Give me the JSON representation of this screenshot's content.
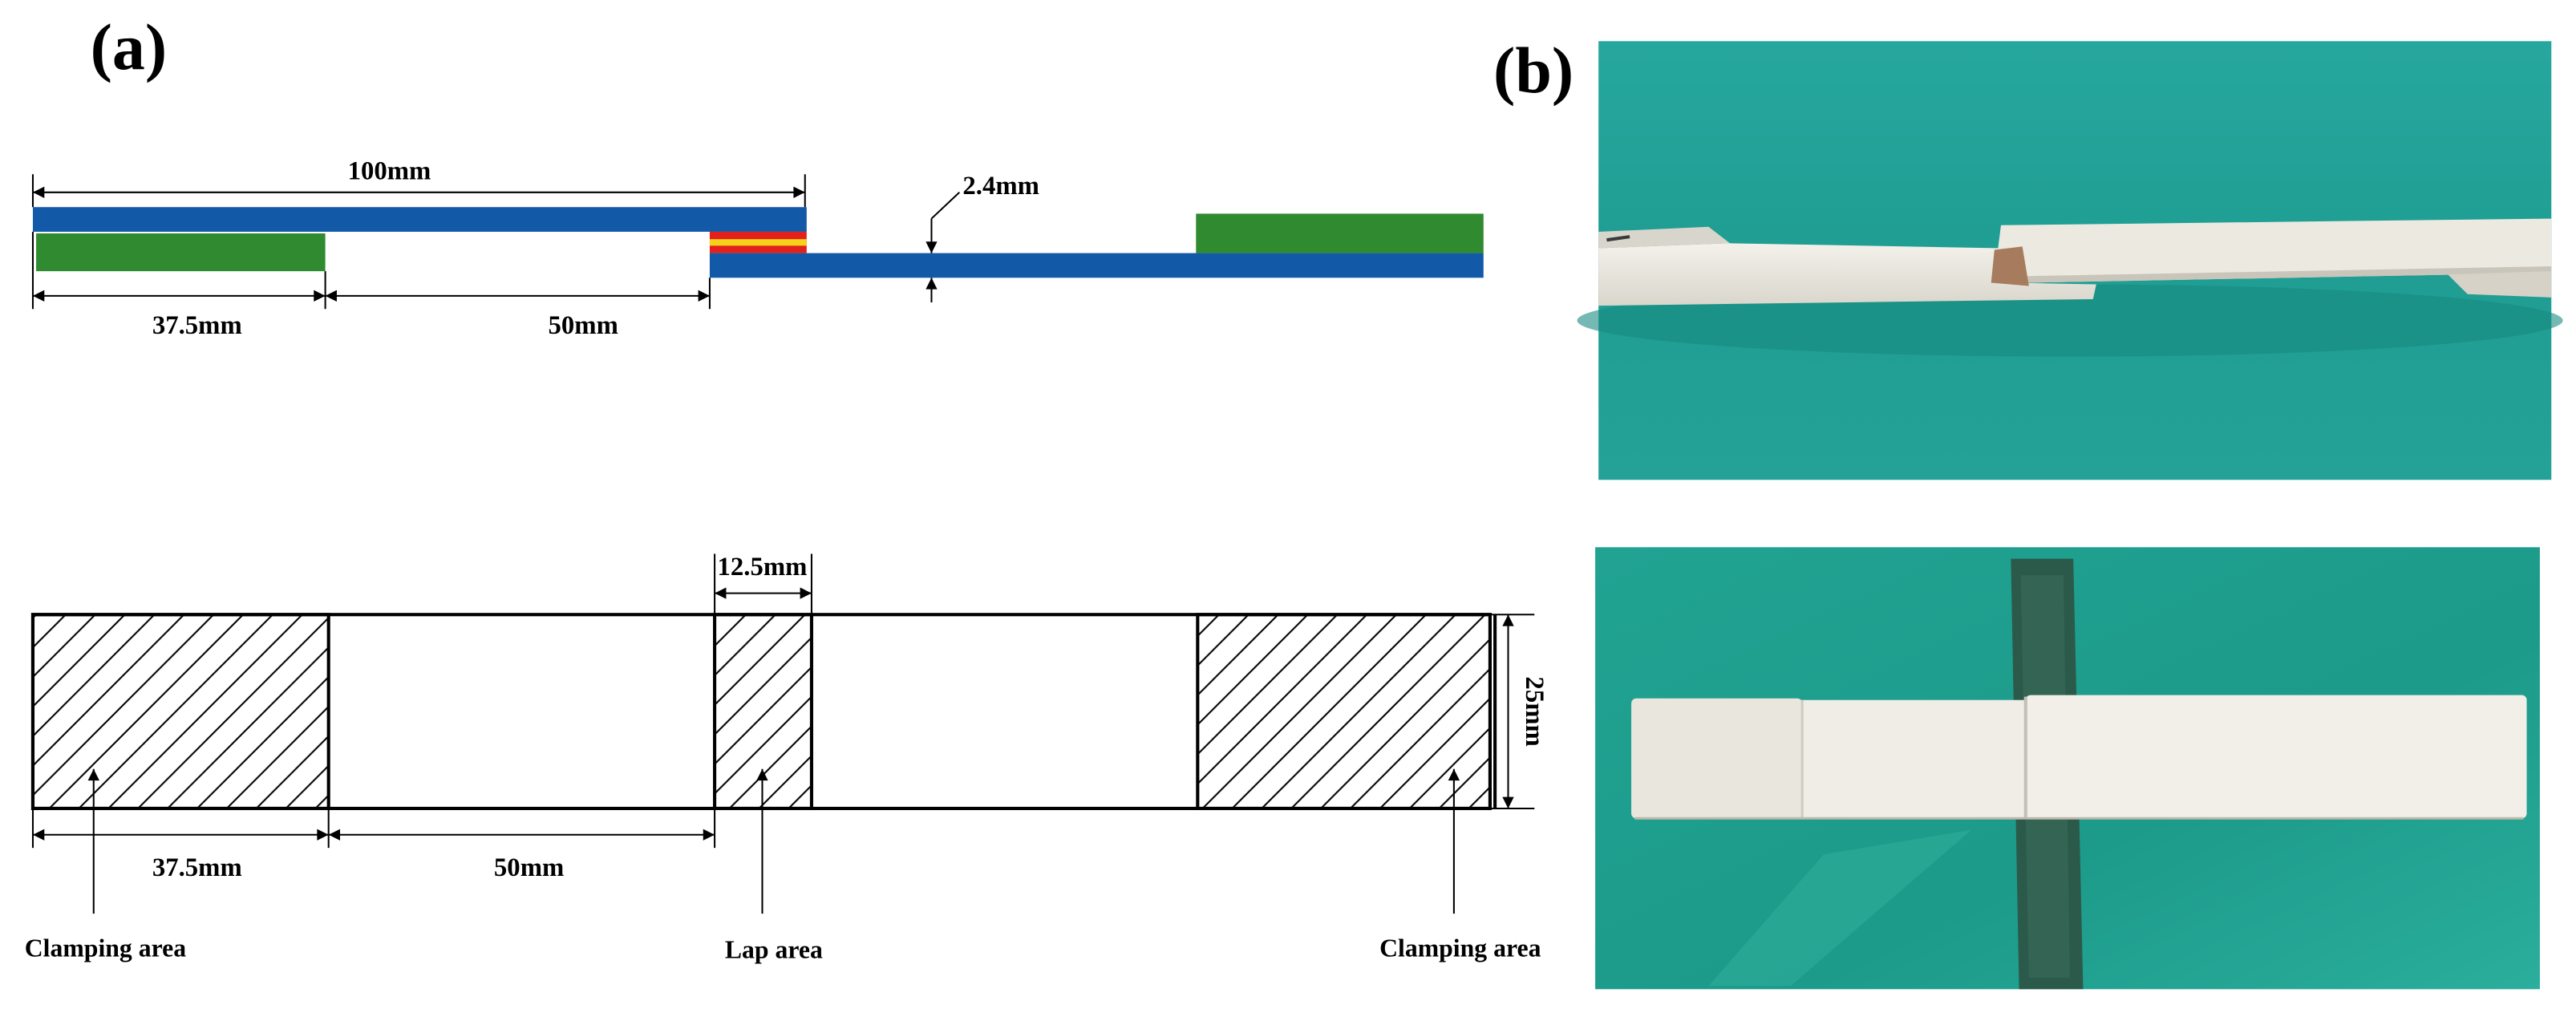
{
  "panels": {
    "a": {
      "label": "(a)"
    },
    "b": {
      "label": "(b)"
    }
  },
  "side_view": {
    "length_label": "100mm",
    "thickness_label": "2.4mm",
    "clamp_label": "37.5mm",
    "gap_label": "50mm"
  },
  "top_view": {
    "lap_label": "12.5mm",
    "width_label": "25mm",
    "clamp_label": "37.5mm",
    "gap_label": "50mm",
    "callouts": {
      "clamping_left": "Clamping area",
      "lap": "Lap area",
      "clamping_right": "Clamping area"
    }
  },
  "colors": {
    "adherend": "#1259a7",
    "tab": "#2f8a30",
    "adhesive": "#e3201b",
    "adhesive_core": "#f7d21c",
    "photo_background": "#1f9d93",
    "specimen": "#ebe9e1",
    "mesh": "#2b5a4b"
  }
}
